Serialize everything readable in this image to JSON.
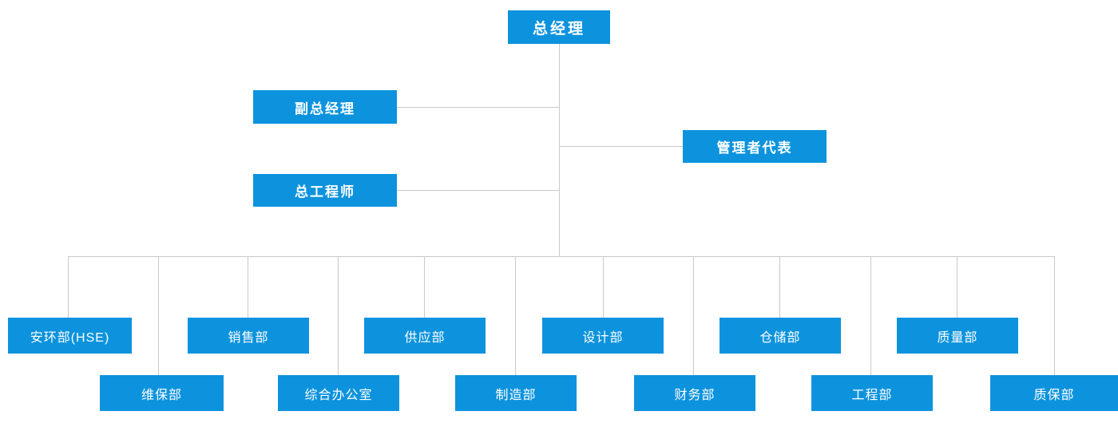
{
  "chart": {
    "title_node": {
      "label": "总经理"
    },
    "executives": [
      {
        "label": "副总经理",
        "side": "left"
      },
      {
        "label": "管理者代表",
        "side": "right"
      },
      {
        "label": "总工程师",
        "side": "left"
      }
    ],
    "departments_upper": [
      {
        "label": "安环部(HSE)"
      },
      {
        "label": "销售部"
      },
      {
        "label": "供应部"
      },
      {
        "label": "设计部"
      },
      {
        "label": "仓储部"
      },
      {
        "label": "质量部"
      }
    ],
    "departments_lower": [
      {
        "label": "维保部"
      },
      {
        "label": "综合办公室"
      },
      {
        "label": "制造部"
      },
      {
        "label": "财务部"
      },
      {
        "label": "工程部"
      },
      {
        "label": "质保部"
      }
    ],
    "colors": {
      "node_fill": "#0d93dd",
      "node_text": "#ffffff",
      "connector": "#c9c9c9",
      "background": "#ffffff"
    }
  }
}
